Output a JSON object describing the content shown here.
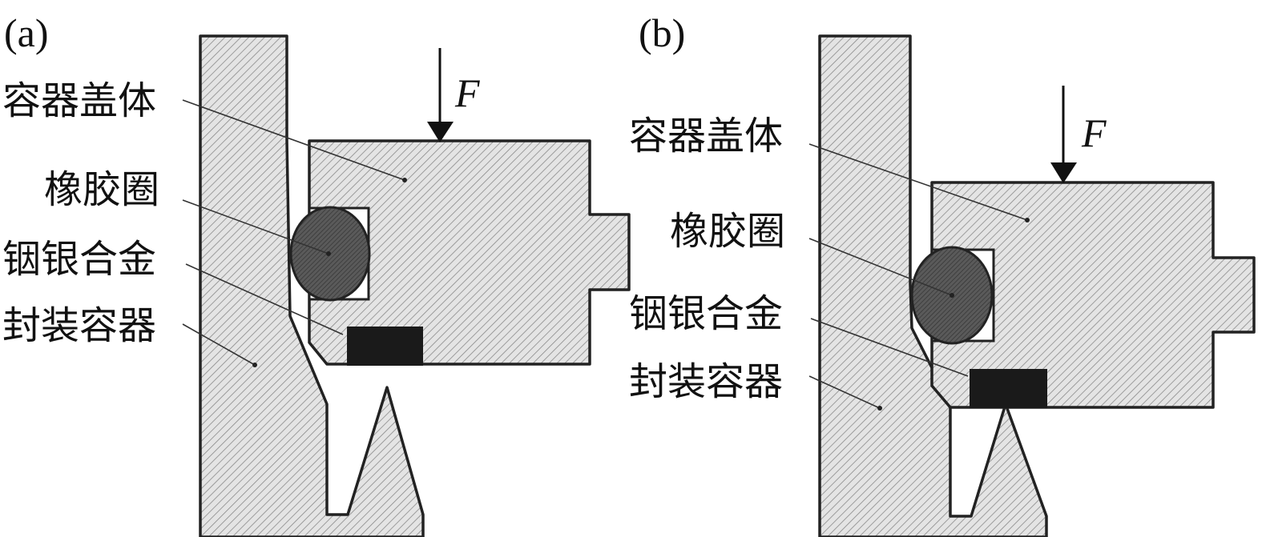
{
  "figure": {
    "colors": {
      "hatch_fill": "#e4e4e4",
      "hatch_line": "#8a8a8a",
      "outline": "#222222",
      "rubber_ring": "#555555",
      "alloy": "#1a1a1a"
    },
    "panel_a": {
      "label": "(a)",
      "force_label": "F",
      "labels": {
        "lid": "容器盖体",
        "rubber_ring": "橡胶圈",
        "alloy": "铟银合金",
        "container": "封装容器"
      }
    },
    "panel_b": {
      "label": "(b)",
      "force_label": "F",
      "labels": {
        "lid": "容器盖体",
        "rubber_ring": "橡胶圈",
        "alloy": "铟银合金",
        "container": "封装容器"
      }
    }
  }
}
